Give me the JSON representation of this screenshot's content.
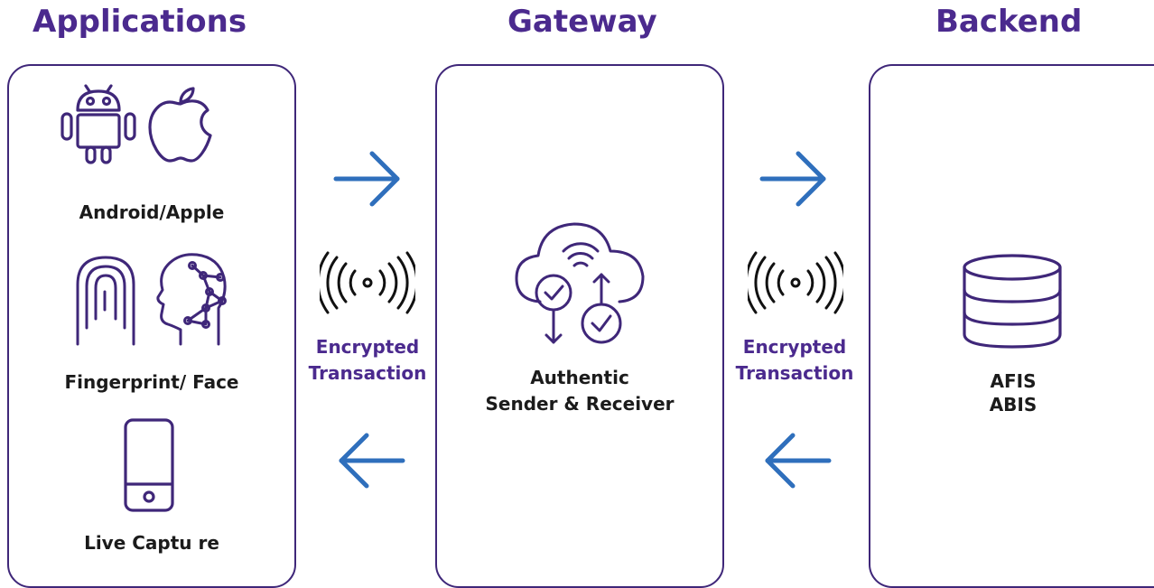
{
  "headings": {
    "applications": "Applications",
    "gateway": "Gateway",
    "backend": "Backend"
  },
  "applications": {
    "platform_label": "Android/Apple",
    "biometric_label": "Fingerprint/ Face",
    "capture_label": "Live Captu re"
  },
  "links": {
    "left_line1": "Encrypted",
    "left_line2": "Transaction",
    "right_line1": "Encrypted",
    "right_line2": "Transaction"
  },
  "gateway": {
    "line1": "Authentic",
    "line2": "Sender & Receiver"
  },
  "backend": {
    "line1": "AFIS",
    "line2": "ABIS"
  },
  "colors": {
    "heading": "#4b2a8e",
    "outline": "#3f2779",
    "arrow": "#2f6fbc",
    "text": "#1b1b1b"
  },
  "icons": [
    "android-icon",
    "apple-icon",
    "fingerprint-icon",
    "face-scan-icon",
    "phone-icon",
    "wireless-signal-icon",
    "cloud-transfer-icon",
    "database-icon",
    "arrow-right-icon",
    "arrow-left-icon"
  ]
}
